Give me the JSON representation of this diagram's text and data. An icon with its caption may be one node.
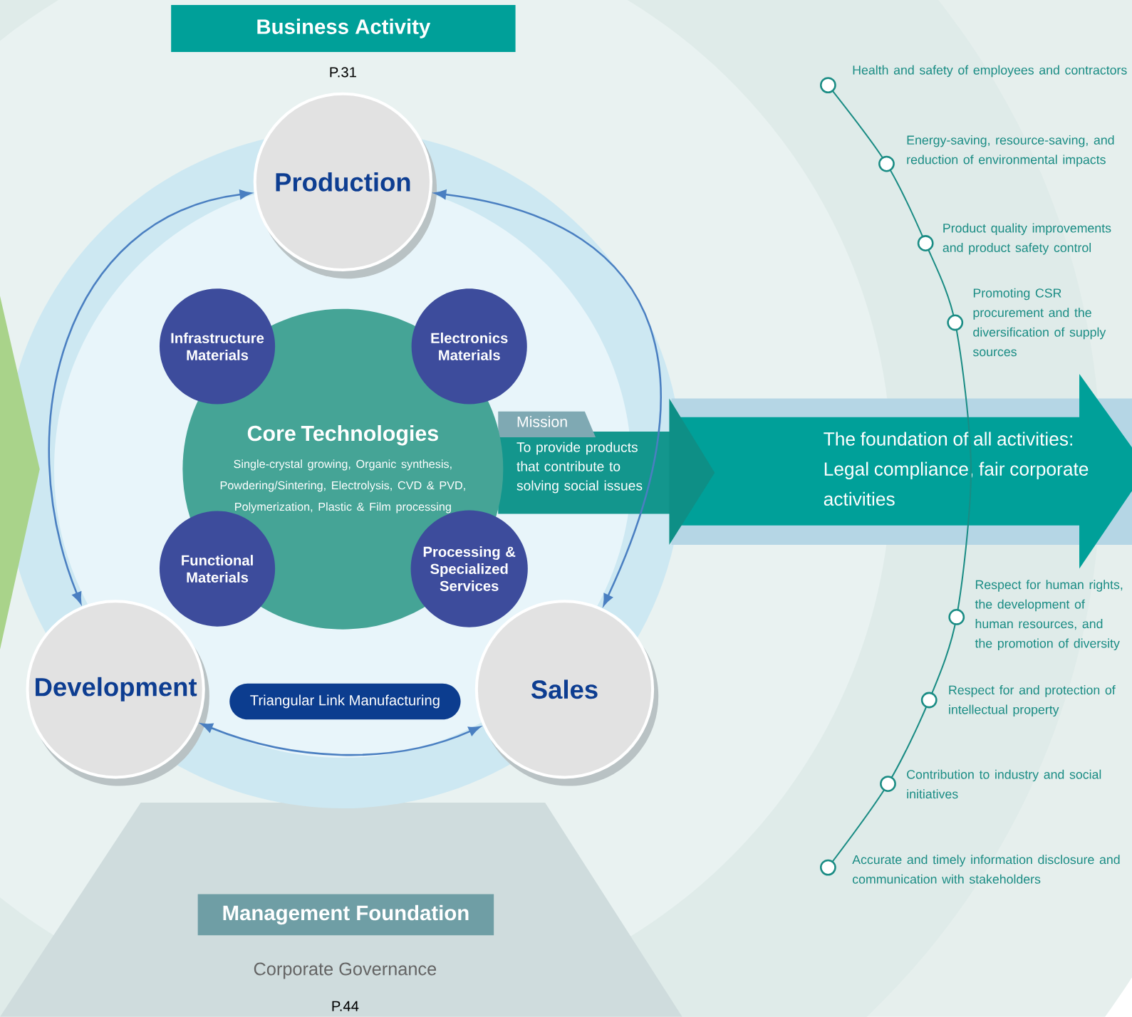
{
  "diagram": {
    "nodes": [
      {
        "text": [
          "Business Activity"
        ],
        "beside": [
          "P.31"
        ]
      },
      {
        "text": [
          "Production"
        ]
      },
      {
        "text": [
          "Development"
        ]
      },
      {
        "text": [
          "Sales"
        ]
      },
      {
        "text": [
          "Core Technologies",
          "Single-crystal growing, Organic synthesis, Powdering/Sintering, Electrolysis, CVD & PVD, Polymerization, Plastic & Film processing"
        ]
      },
      {
        "text": [
          "Infrastructure Materials"
        ]
      },
      {
        "text": [
          "Electronics Materials"
        ]
      },
      {
        "text": [
          "Functional Materials"
        ]
      },
      {
        "text": [
          "Processing & Specialized Services"
        ]
      },
      {
        "text": [
          "Triangular Link Manufacturing"
        ]
      },
      {
        "text": [
          "Mission",
          "To provide products that contribute to solving social issues"
        ]
      },
      {
        "text": [
          "The foundation of all activities: Legal compliance, fair corporate activities"
        ]
      },
      {
        "text": [
          "Management Foundation"
        ],
        "beside": [
          "Corporate Governance",
          "P.44"
        ]
      }
    ],
    "edges": [
      {
        "from": 2,
        "to": 1,
        "arrow": "both"
      },
      {
        "from": 1,
        "to": 3,
        "arrow": "both"
      },
      {
        "from": 2,
        "to": 3,
        "arrow": "both"
      }
    ],
    "labels": [
      "Health and safety of employees and contractors",
      "Energy-saving, resource-saving, and reduction of environmental impacts",
      "Product quality improvements and product safety control",
      "Promoting CSR procurement and the diversification of supply sources",
      "Respect for human rights, the development of human resources, and the promotion of diversity",
      "Respect for and protection of intellectual property",
      "Contribution to industry and social initiatives",
      "Accurate and timely information disclosure and communication with stakeholders"
    ]
  }
}
